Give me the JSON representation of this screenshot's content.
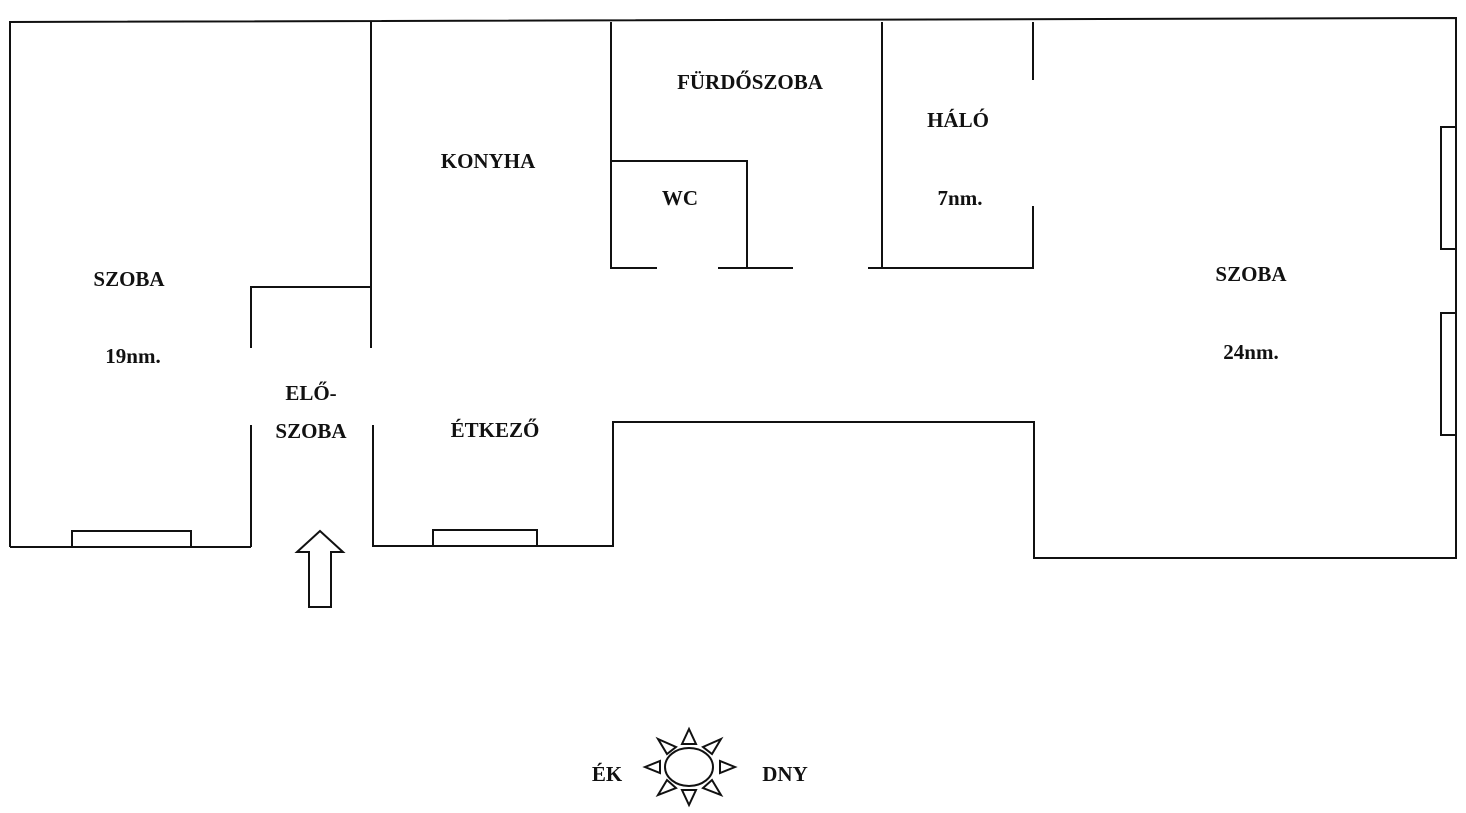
{
  "rooms": {
    "left_room": {
      "name": "SZOBA",
      "area": "19nm."
    },
    "kitchen": {
      "name": "KONYHA"
    },
    "bathroom": {
      "name": "FÜRDŐSZOBA"
    },
    "wc": {
      "name": "WC"
    },
    "bedroom": {
      "name": "HÁLÓ",
      "area": "7nm."
    },
    "right_room": {
      "name": "SZOBA",
      "area": "24nm."
    },
    "hall": {
      "name_line1": "ELŐ-",
      "name_line2": "SZOBA"
    },
    "dining": {
      "name": "ÉTKEZŐ"
    }
  },
  "compass": {
    "left": "ÉK",
    "right": "DNY",
    "icon": "sun-icon"
  },
  "entrance": {
    "icon": "arrow-up-icon"
  },
  "colors": {
    "line": "#111111",
    "background": "#ffffff"
  }
}
